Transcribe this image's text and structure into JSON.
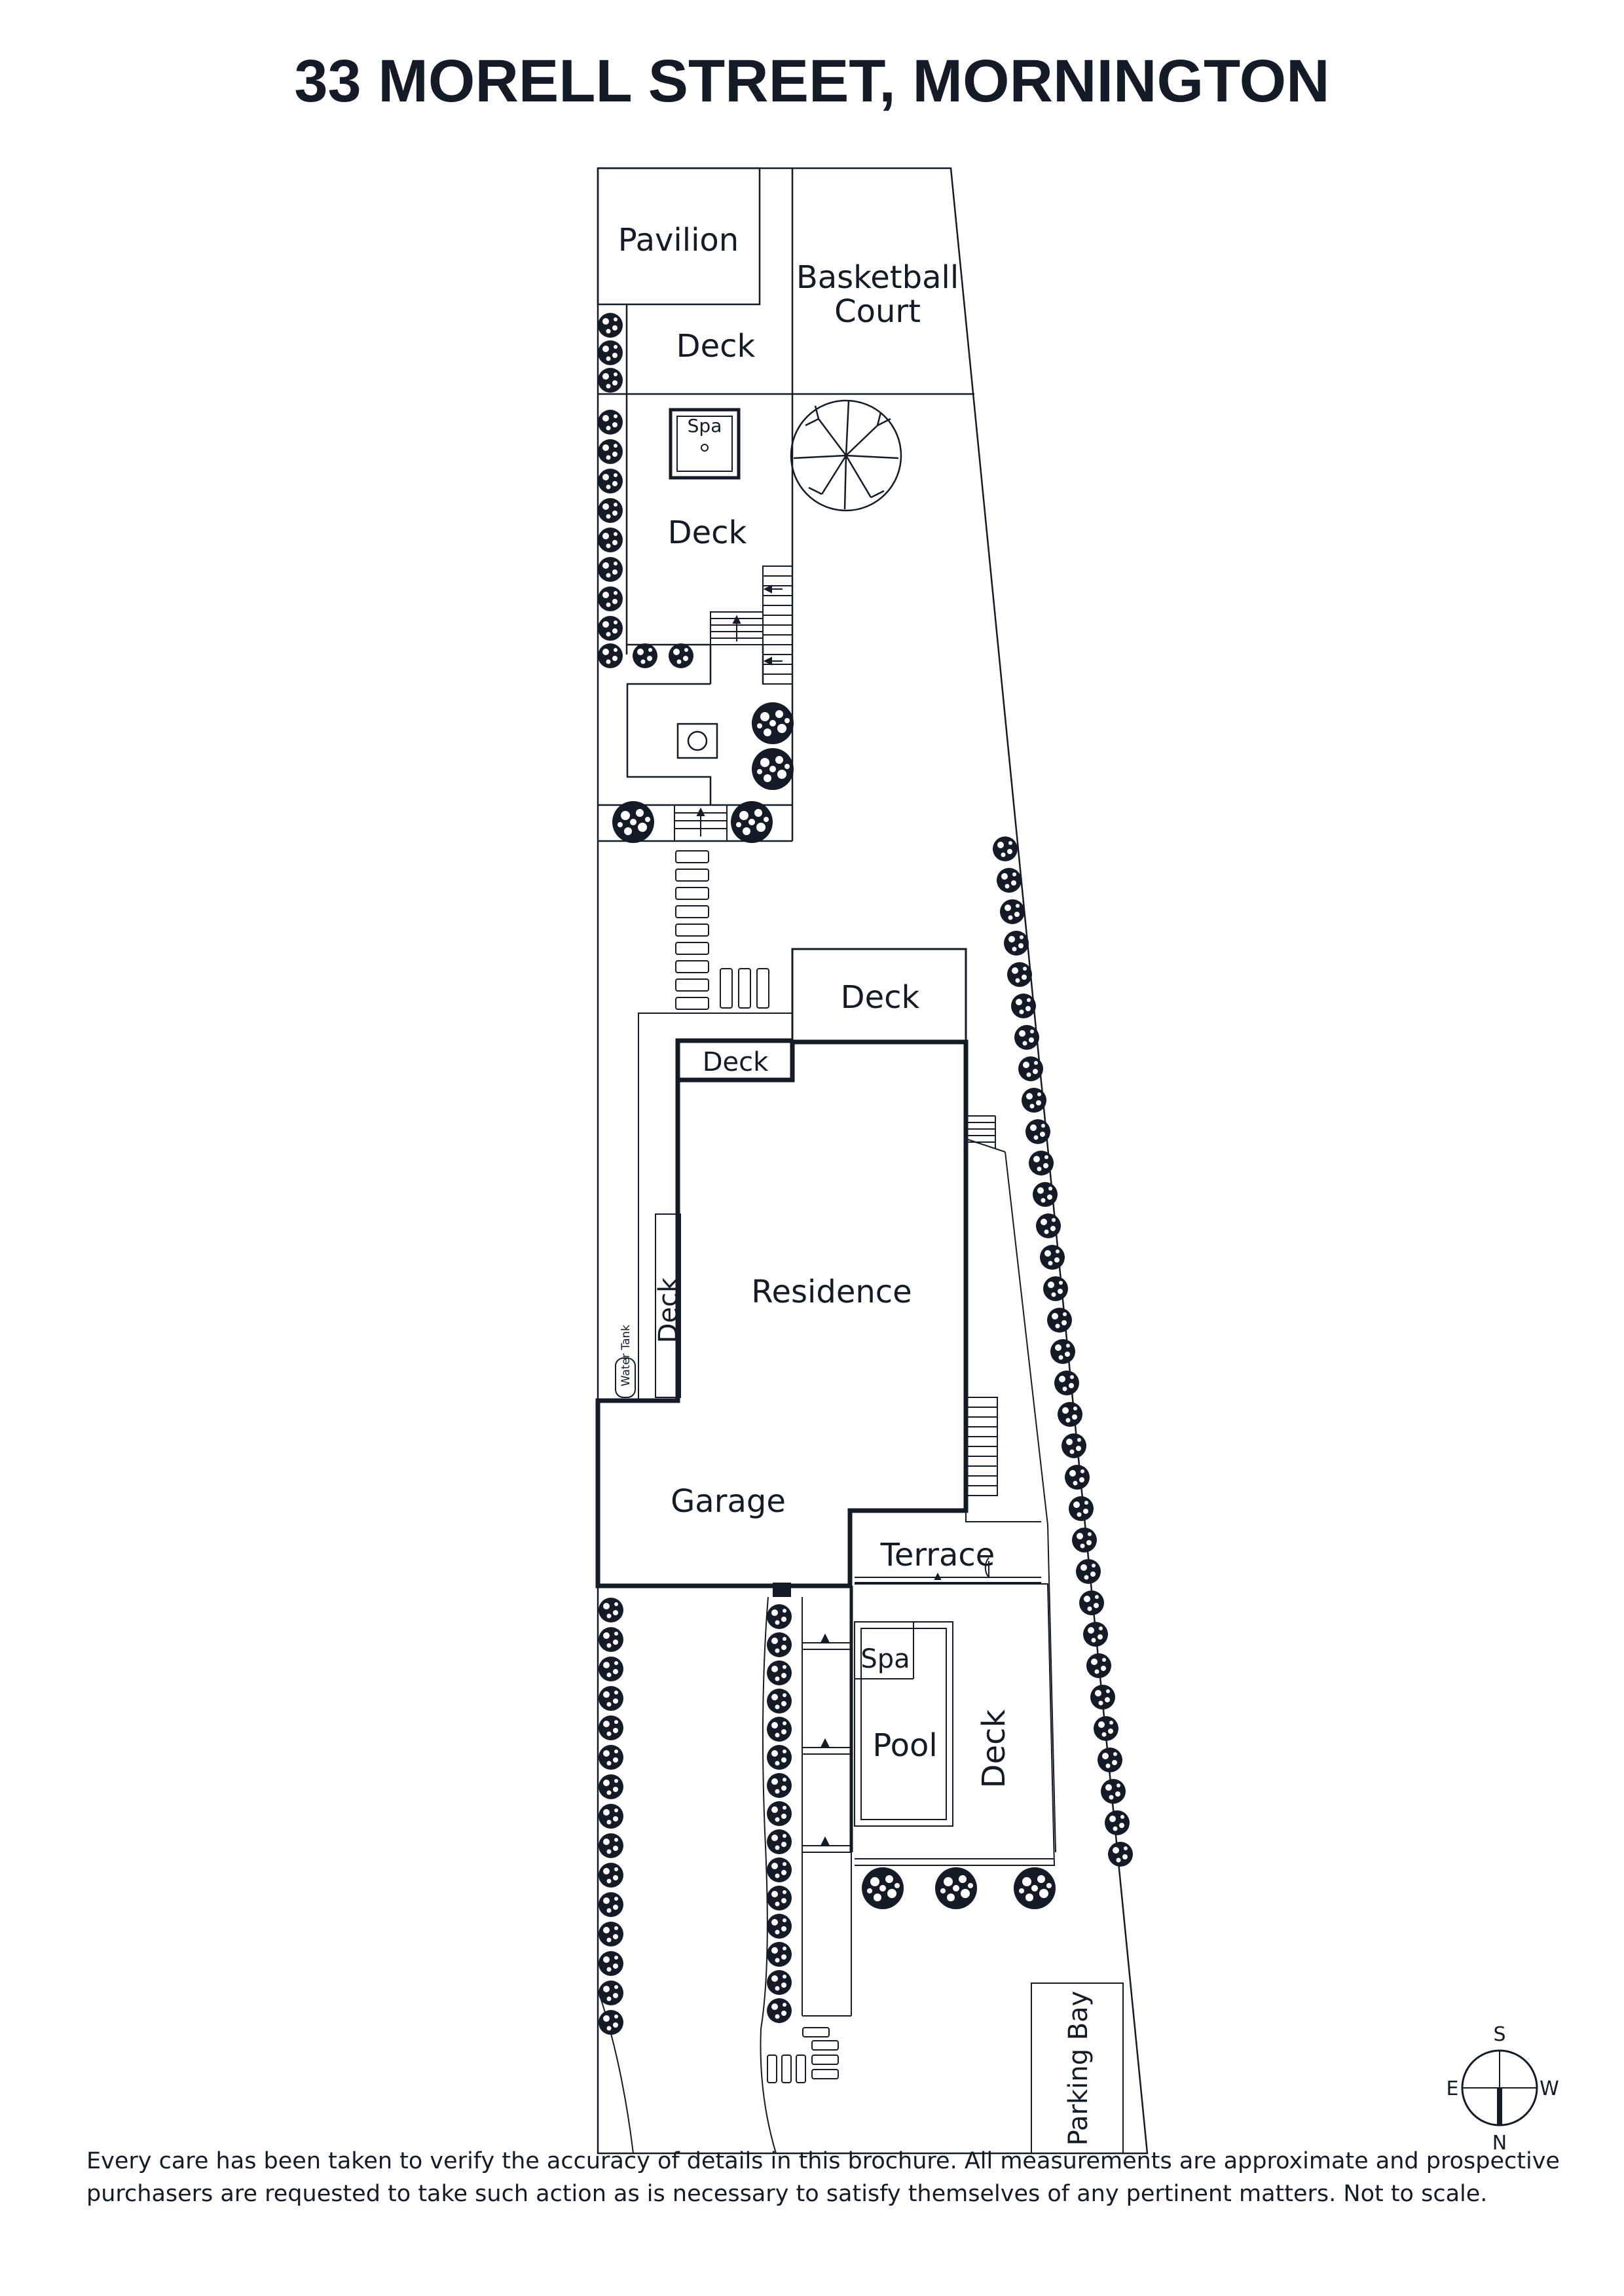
{
  "title": "33 MORELL STREET, MORNINGTON",
  "labels": {
    "pavilion": "Pavilion",
    "basketball_1": "Basketball",
    "basketball_2": "Court",
    "deck_top": "Deck",
    "spa_upper": "Spa",
    "deck_upper": "Deck",
    "deck_right": "Deck",
    "deck_small": "Deck",
    "deck_side": "Deck",
    "water_tank": "Water Tank",
    "residence": "Residence",
    "garage": "Garage",
    "terrace": "Terrace",
    "spa_lower": "Spa",
    "pool": "Pool",
    "deck_pool": "Deck",
    "parking_bay": "Parking Bay"
  },
  "compass": {
    "north": "N",
    "south": "S",
    "east": "E",
    "west": "W"
  },
  "disclaimer": "Every care has been taken to verify the accuracy of details in this brochure. All measurements are approximate and prospective purchasers are requested to take such action as is necessary to satisfy themselves of any pertinent matters. Not to scale.",
  "colors": {
    "ink": "#141b26",
    "background": "#ffffff"
  }
}
